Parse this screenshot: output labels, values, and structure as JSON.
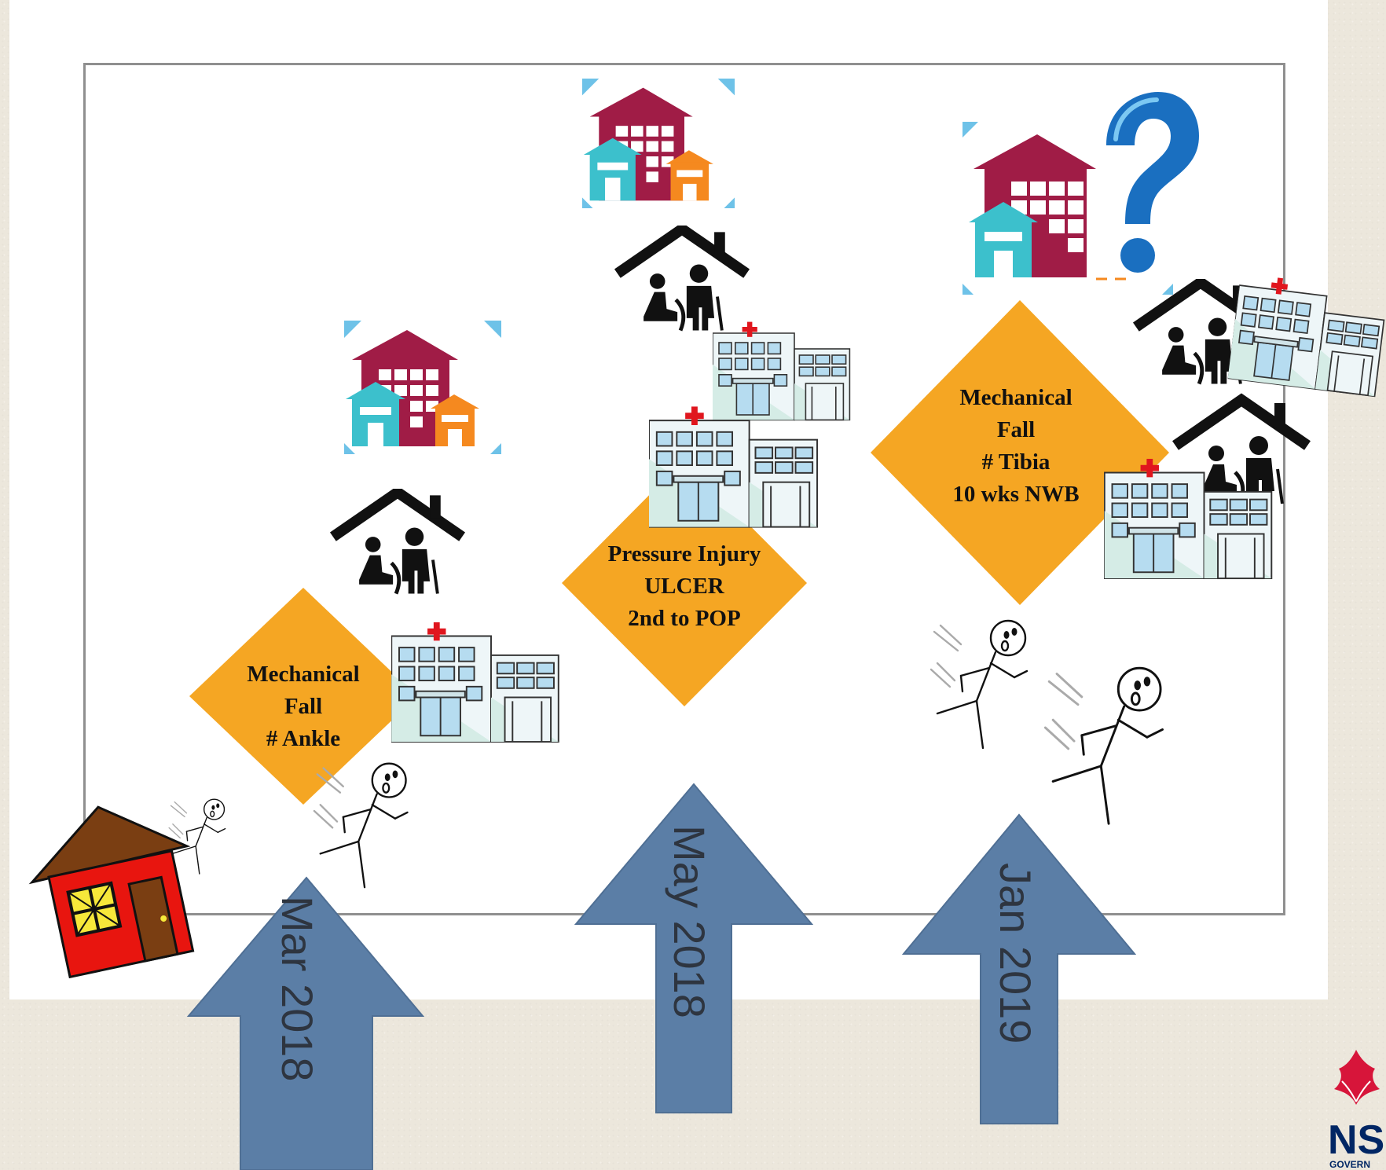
{
  "events": [
    {
      "id": "ankle",
      "lines": [
        "Mechanical",
        "Fall",
        "# Ankle"
      ]
    },
    {
      "id": "pressure",
      "lines": [
        "Pressure Injury",
        "ULCER",
        "2nd to POP"
      ]
    },
    {
      "id": "tibia",
      "lines": [
        "Mechanical",
        "Fall",
        "# Tibia",
        "10 wks NWB"
      ]
    }
  ],
  "timeline": [
    {
      "label": "Mar 2018"
    },
    {
      "label": "May 2018"
    },
    {
      "label": "Jan 2019"
    }
  ],
  "colors": {
    "diamond": "#f5a623",
    "arrow": "#5b7ea6",
    "frame": "#8f8f8f",
    "house_red": "#e8150f",
    "residential_maroon": "#a01c46",
    "residential_teal": "#3cc0cc",
    "residential_orange": "#f5891f",
    "question_blue": "#1a6fc0"
  },
  "icons": [
    "home-icon",
    "falling-person-icon",
    "hospital-icon",
    "aged-care-home-icon",
    "residential-building-icon",
    "question-mark-icon",
    "nsw-government-logo-icon"
  ]
}
